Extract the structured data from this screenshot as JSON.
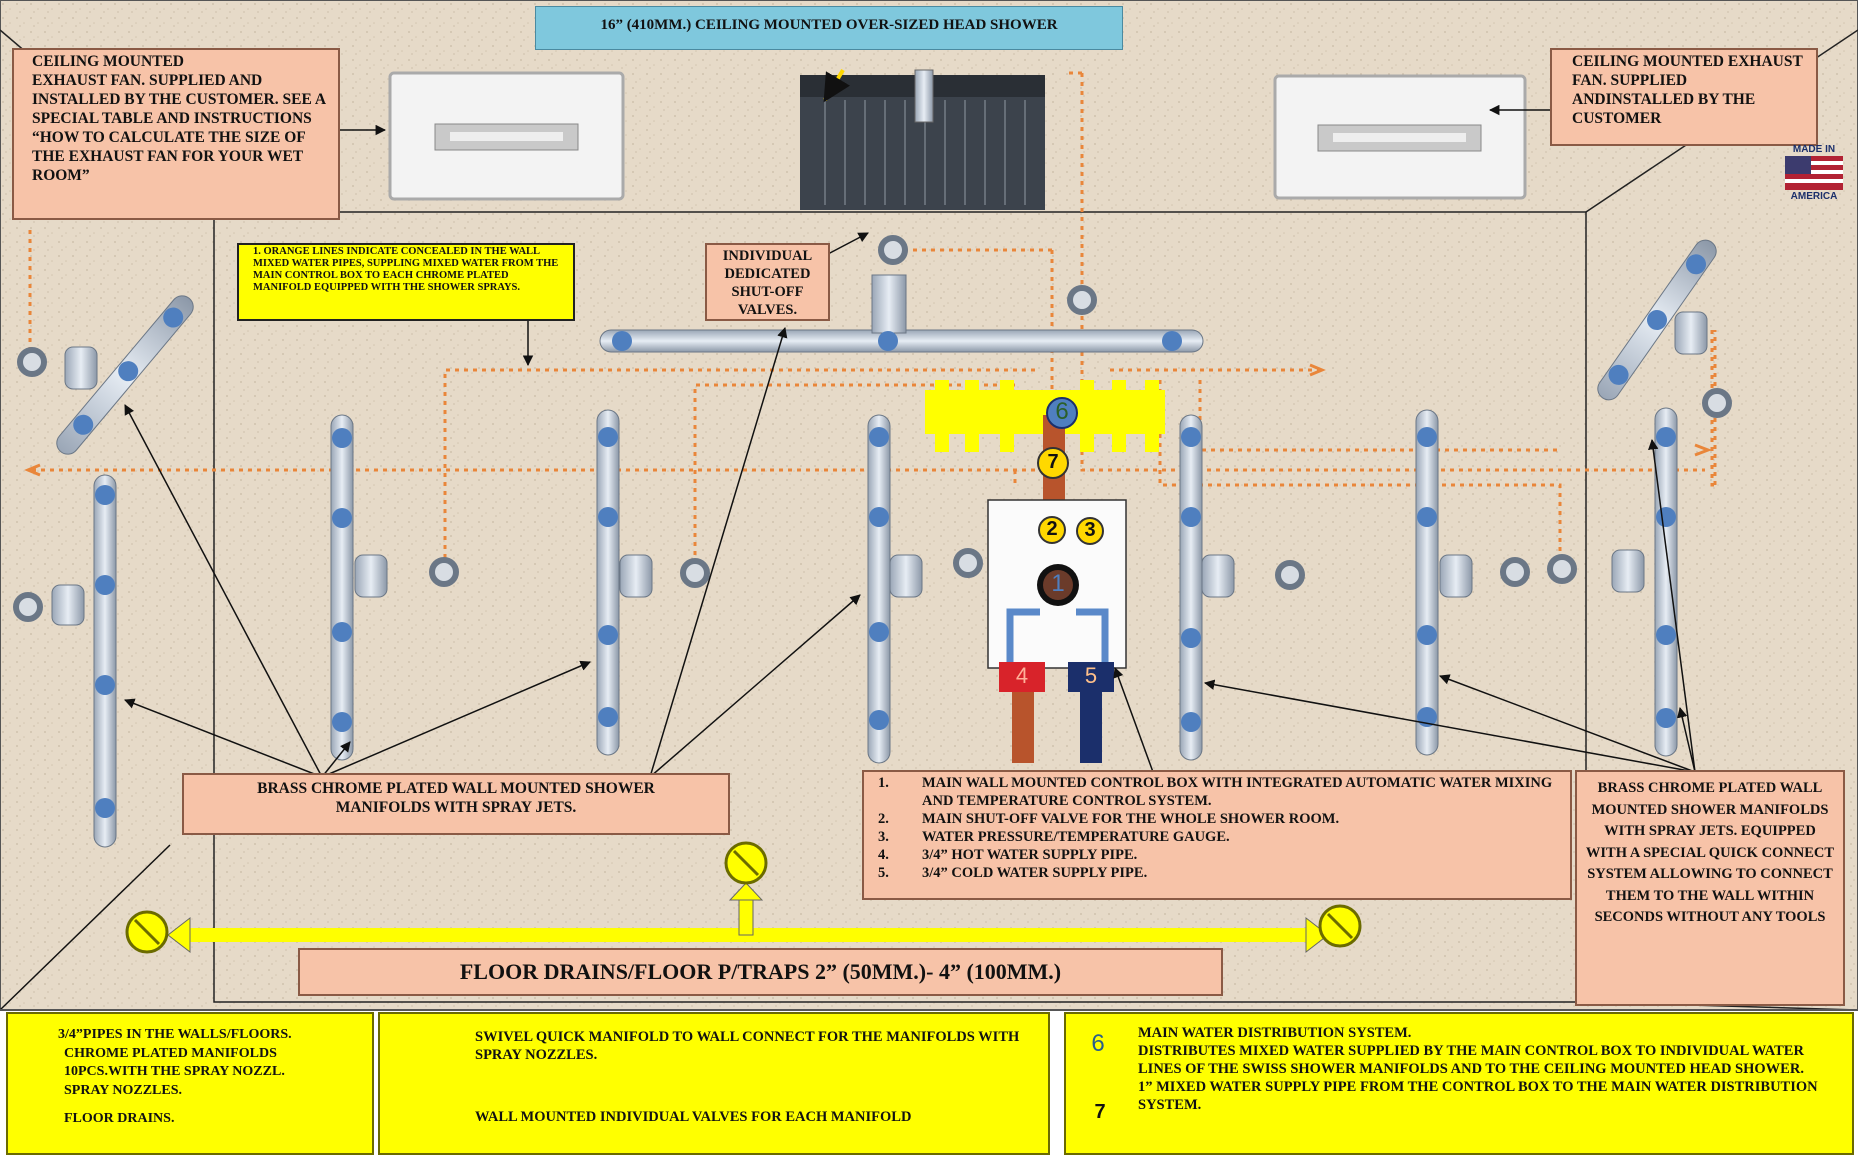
{
  "colors": {
    "orange_line": "#e9863a",
    "accent_yellow": "#ffff00",
    "salmon": "#f7c3a8",
    "wall": "#e8dccb",
    "hot_pipe": "#b8542c",
    "cold_pipe": "#1b2f6b"
  },
  "head_shower_title": "16” (410MM.) CEILING MOUNTED OVER-SIZED  HEAD SHOWER",
  "fan_left_text": "CEILING MOUNTED\nEXHAUST FAN. SUPPLIED AND INSTALLED BY THE CUSTOMER. SEE A SPECIAL TABLE AND INSTRUCTIONS “HOW TO CALCULATE THE SIZE OF THE EXHAUST FAN FOR YOUR WET ROOM”",
  "fan_right_text": "CEILING MOUNTED EXHAUST FAN. SUPPLIED ANDINSTALLED BY THE CUSTOMER",
  "made_in_badge": {
    "top": "MADE IN",
    "bottom": "AMERICA"
  },
  "orange_lines_note": "1. ORANGE LINES INDICATE CONCEALED IN THE WALL MIXED WATER PIPES, SUPPLING MIXED WATER FROM THE MAIN CONTROL BOX TO EACH CHROME PLATED MANIFOLD EQUIPPED WITH THE SHOWER SPRAYS.",
  "shutoff_label": "INDIVIDUAL DEDICATED SHUT-OFF VALVES.",
  "manifolds_left_label": "BRASS CHROME PLATED  WALL MOUNTED SHOWER MANIFOLDS WITH SPRAY JETS.",
  "manifolds_right_label": "BRASS CHROME PLATED WALL MOUNTED SHOWER MANIFOLDS WITH SPRAY JETS. EQUIPPED WITH A SPECIAL QUICK CONNECT SYSTEM ALLOWING TO CONNECT THEM TO THE WALL WITHIN SECONDS WITHOUT ANY TOOLS",
  "control_box_list": [
    {
      "num": "1.",
      "text": "MAIN WALL MOUNTED CONTROL BOX WITH INTEGRATED AUTOMATIC WATER MIXING AND TEMPERATURE  CONTROL SYSTEM."
    },
    {
      "num": "2.",
      "text": "MAIN SHUT-OFF  VALVE FOR THE WHOLE SHOWER ROOM."
    },
    {
      "num": "3.",
      "text": "WATER PRESSURE/TEMPERATURE  GAUGE."
    },
    {
      "num": "4.",
      "text": "3/4” HOT WATER SUPPLY  PIPE."
    },
    {
      "num": "5.",
      "text": " 3/4” COLD WATER SUPPLY  PIPE."
    }
  ],
  "floor_drains_label": "FLOOR  DRAINS/FLOOR  P/TRAPS 2” (50MM.)- 4” (100MM.)",
  "markers": {
    "n1": "1",
    "n2": "2",
    "n3": "3",
    "n4": "4",
    "n5": "5",
    "n6": "6",
    "n7": "7"
  },
  "legend": {
    "pipes": "3/4”PIPES IN THE WALLS/FLOORS.",
    "manifolds": "CHROME  PLATED MANIFOLDS",
    "nozzles_count": "10PCS.WITH THE SPRAY NOZZL.",
    "nozzles": "SPRAY NOZZLES.",
    "drains": "FLOOR DRAINS.",
    "swivel": "SWIVEL QUICK MANIFOLD TO WALL   CONNECT     FOR THE MANIFOLDS WITH SPRAY   NOZZLES.",
    "valves": "WALL MOUNTED  INDIVIDUAL VALVES FOR EACH MANIFOLD",
    "six_num": "6",
    "six_text": "MAIN WATER DISTRIBUTION SYSTEM.\nDISTRIBUTES MIXED WATER  SUPPLIED BY THE MAIN CONTROL BOX TO INDIVIDUAL WATER LINES OF THE SWISS SHOWER MANIFOLDS  AND TO THE CEILING MOUNTED HEAD SHOWER.",
    "seven_num": "7",
    "seven_text": "1” MIXED WATER SUPPLY PIPE FROM THE CONTROL BOX TO THE MAIN WATER DISTRIBUTION SYSTEM."
  }
}
